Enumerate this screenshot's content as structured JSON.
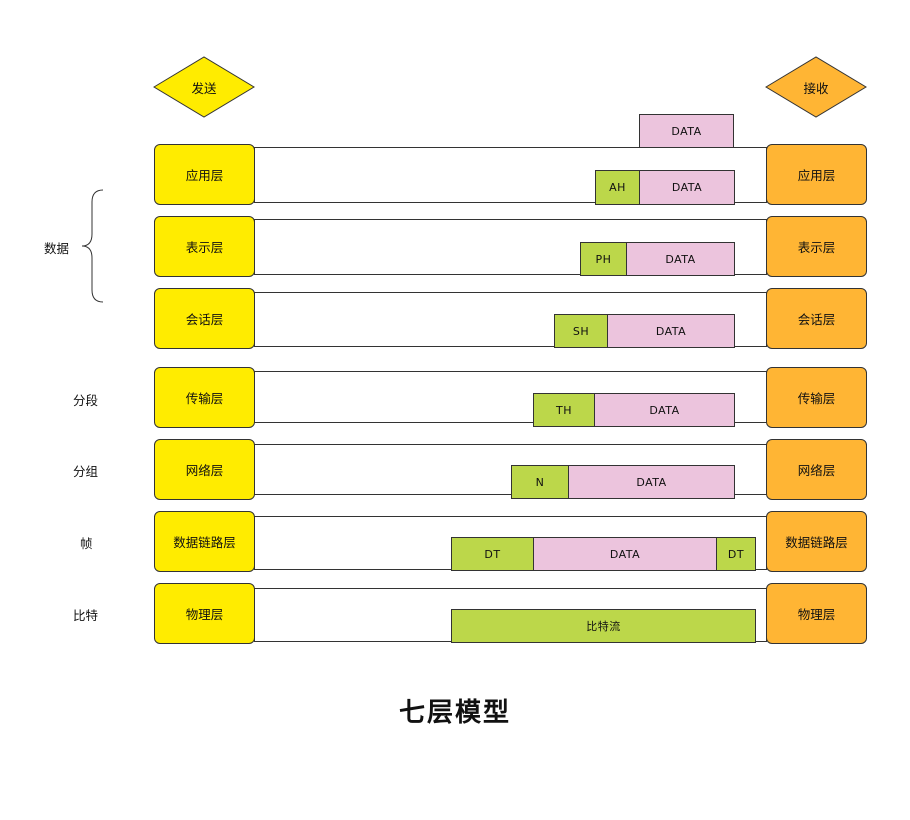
{
  "send_label": "发送",
  "receive_label": "接收",
  "title": "七层模型",
  "brace_label": "数据",
  "colors": {
    "send": "#ffec00",
    "receive": "#ffb534",
    "header": "#bcd74a",
    "data": "#ecc4dd"
  },
  "top_data_label": "DATA",
  "layers": [
    {
      "send": "应用层",
      "receive": "应用层",
      "side": "",
      "segments": [
        {
          "text": "AH",
          "kind": "header"
        },
        {
          "text": "DATA",
          "kind": "data"
        }
      ]
    },
    {
      "send": "表示层",
      "receive": "表示层",
      "side": "",
      "segments": [
        {
          "text": "PH",
          "kind": "header"
        },
        {
          "text": "DATA",
          "kind": "data"
        }
      ]
    },
    {
      "send": "会话层",
      "receive": "会话层",
      "side": "",
      "segments": [
        {
          "text": "SH",
          "kind": "header"
        },
        {
          "text": "DATA",
          "kind": "data"
        }
      ]
    },
    {
      "send": "传输层",
      "receive": "传输层",
      "side": "分段",
      "segments": [
        {
          "text": "TH",
          "kind": "header"
        },
        {
          "text": "DATA",
          "kind": "data"
        }
      ]
    },
    {
      "send": "网络层",
      "receive": "网络层",
      "side": "分组",
      "segments": [
        {
          "text": "N",
          "kind": "header"
        },
        {
          "text": "DATA",
          "kind": "data"
        }
      ]
    },
    {
      "send": "数据链路层",
      "receive": "数据链路层",
      "side": "帧",
      "segments": [
        {
          "text": "DT",
          "kind": "header"
        },
        {
          "text": "DATA",
          "kind": "data"
        },
        {
          "text": "DT",
          "kind": "header"
        }
      ]
    },
    {
      "send": "物理层",
      "receive": "物理层",
      "side": "比特",
      "segments": [
        {
          "text": "比特流",
          "kind": "header"
        }
      ]
    }
  ]
}
